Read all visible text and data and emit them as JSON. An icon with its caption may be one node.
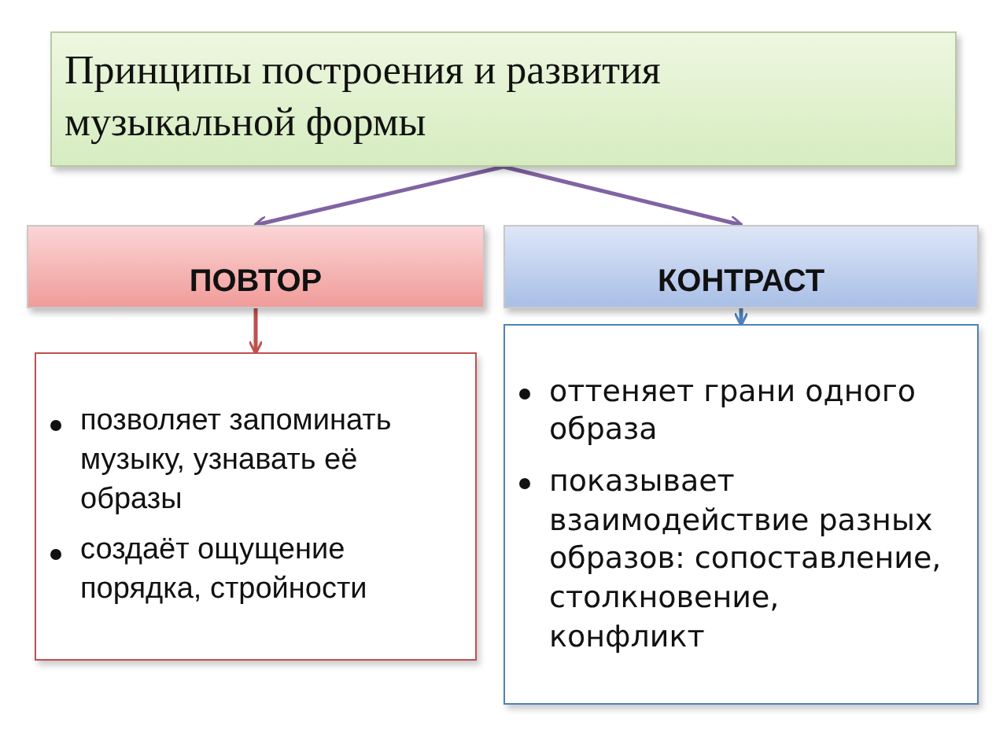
{
  "diagram": {
    "nodes": [
      {
        "text": [
          "Принципы построения и развития музыкальной формы"
        ]
      },
      {
        "text": [
          "ПОВТОР"
        ]
      },
      {
        "text": [
          "КОНТРАСТ"
        ]
      },
      {
        "text": [
          "позволяет запоминать музыку, узнавать её образы",
          "создаёт ощущение порядка, стройности"
        ]
      },
      {
        "text": [
          "оттеняет грани одного образа",
          "показывает взаимодействие разных образов: сопоставление, столкновение, конфликт"
        ]
      }
    ],
    "edges": [
      {
        "from": 0,
        "to": 1,
        "arrow": "to"
      },
      {
        "from": 0,
        "to": 2,
        "arrow": "to"
      },
      {
        "from": 1,
        "to": 3,
        "arrow": "to",
        "color": "#c0504d"
      },
      {
        "from": 2,
        "to": 4,
        "arrow": "to",
        "color": "#4f81bd"
      }
    ]
  }
}
